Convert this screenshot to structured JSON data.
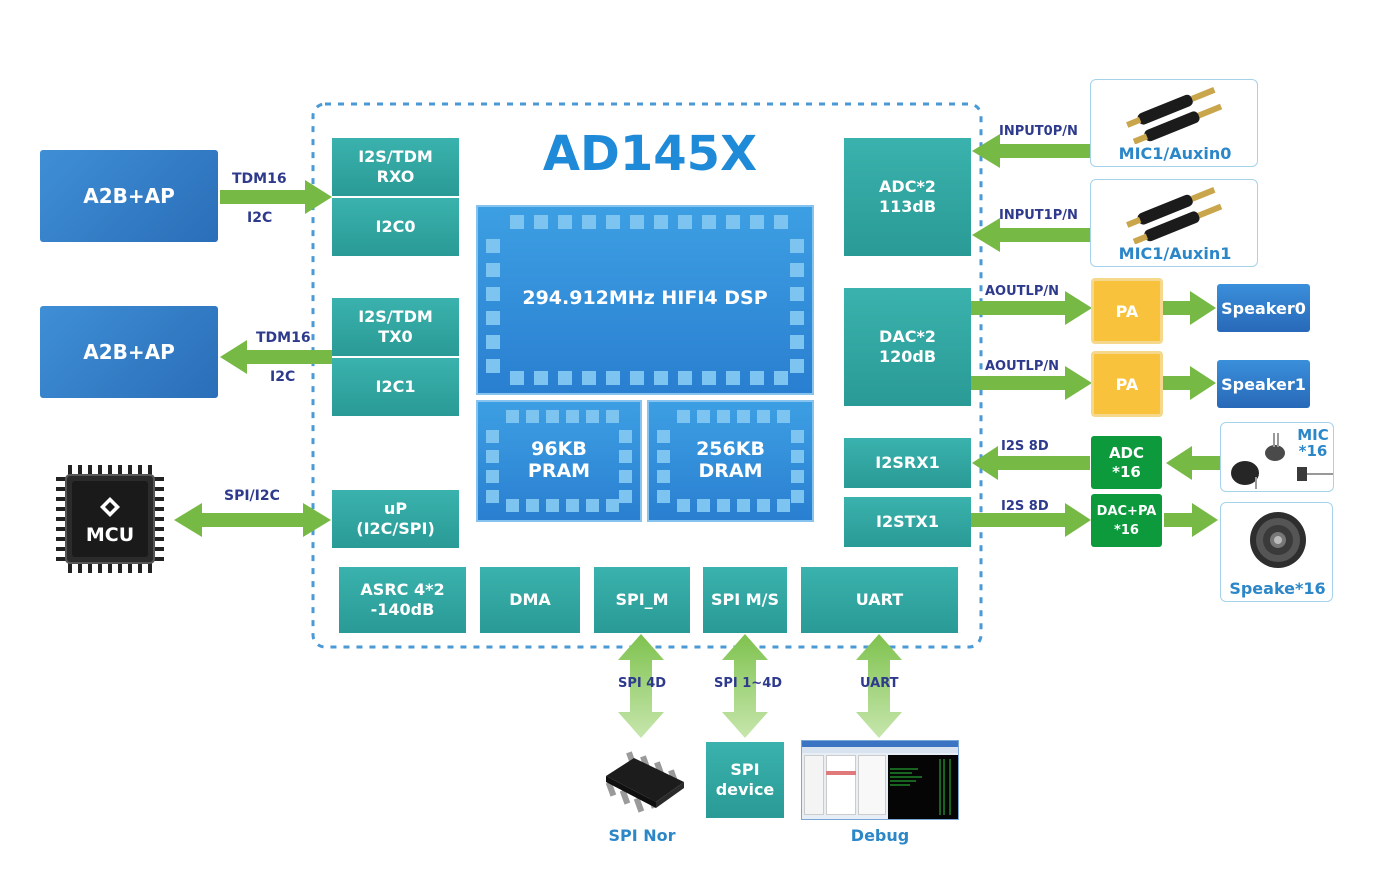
{
  "chip": {
    "title": "AD145X"
  },
  "hosts": {
    "top": "A2B+AP",
    "bottom": "A2B+AP",
    "mcu": "MCU"
  },
  "left_labels": {
    "tdm_in": "TDM16",
    "i2c_in": "I2C",
    "tdm_out": "TDM16",
    "i2c_out": "I2C",
    "spi_i2c": "SPI/I2C"
  },
  "left_blocks": {
    "i2s_rx": "I2S/TDM\nRXO",
    "i2c0": "I2C0",
    "i2s_tx": "I2S/TDM\nTX0",
    "i2c1": "I2C1",
    "up": "uP\n(I2C/SPI)"
  },
  "core": {
    "dsp": "294.912MHz HIFI4 DSP",
    "pram": "96KB\nPRAM",
    "dram": "256KB\nDRAM"
  },
  "right_blocks": {
    "adc": "ADC*2\n113dB",
    "dac": "DAC*2\n120dB",
    "i2srx": "I2SRX1",
    "i2stx": "I2STX1"
  },
  "bottom_blocks": {
    "asrc": "ASRC 4*2\n-140dB",
    "dma": "DMA",
    "spim": "SPI_M",
    "spims": "SPI M/S",
    "uart": "UART"
  },
  "right_labels": {
    "input0": "INPUT0P/N",
    "input1": "INPUT1P/N",
    "aout0": "AOUTLP/N",
    "aout1": "AOUTLP/N",
    "i2s_rx": "I2S 8D",
    "i2s_tx": "I2S 8D"
  },
  "peripherals": {
    "mic0": "MIC1/Auxin0",
    "mic1": "MIC1/Auxin1",
    "pa0": "PA",
    "pa1": "PA",
    "speaker0": "Speaker0",
    "speaker1": "Speaker1",
    "adc16": "ADC\n*16",
    "dacpa16": "DAC+PA\n*16",
    "mic16": "MIC\n*16",
    "speaker16": "Speake*16"
  },
  "bottom_labels": {
    "spi4d": "SPI 4D",
    "spi14d": "SPI 1~4D",
    "uart": "UART"
  },
  "bottom_devices": {
    "spinor": "SPI Nor",
    "spidevice": "SPI\ndevice",
    "debug": "Debug"
  },
  "colors": {
    "teal": "#2fa6a2",
    "blue": "#2f7fcf",
    "green_arrow": "#76b944",
    "pa_yellow": "#f9c23c",
    "dark_green": "#0c9a3c",
    "dashed_border": "#4a9ad6"
  }
}
